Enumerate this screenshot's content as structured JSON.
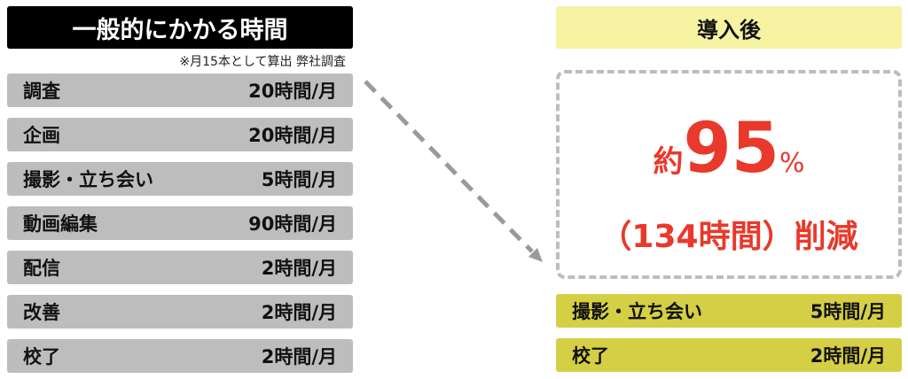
{
  "left": {
    "title": "一般的にかかる時間",
    "note": "※月15本として算出 弊社調査",
    "rows": [
      {
        "label": "調査",
        "value": "20時間/月"
      },
      {
        "label": "企画",
        "value": "20時間/月"
      },
      {
        "label": "撮影・立ち会い",
        "value": "5時間/月"
      },
      {
        "label": "動画編集",
        "value": "90時間/月"
      },
      {
        "label": "配信",
        "value": "2時間/月"
      },
      {
        "label": "改善",
        "value": "2時間/月"
      },
      {
        "label": "校了",
        "value": "2時間/月"
      }
    ]
  },
  "right": {
    "title": "導入後",
    "result_prefix": "約",
    "result_number": "95",
    "result_unit": "%",
    "result_sub": "（134時間）削減",
    "rows": [
      {
        "label": "撮影・立ち会い",
        "value": "5時間/月"
      },
      {
        "label": "校了",
        "value": "2時間/月"
      }
    ]
  },
  "colors": {
    "header_left": "#000000",
    "header_right": "#f6f3a2",
    "row_left": "#bdbdbd",
    "row_right": "#d5cf45",
    "accent": "#e8392b",
    "dash": "#bdbdbd"
  }
}
